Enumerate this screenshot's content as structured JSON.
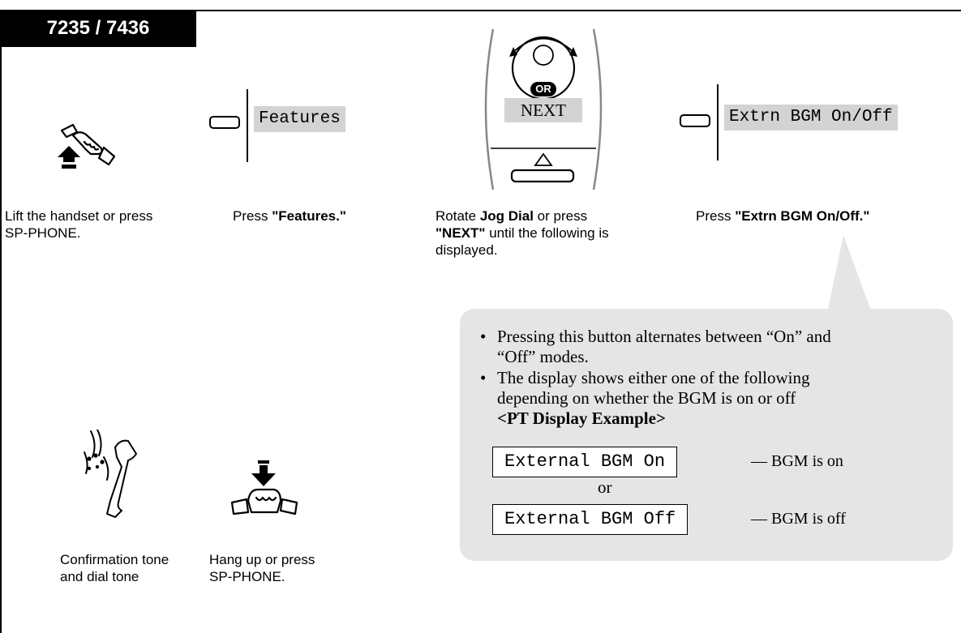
{
  "header": {
    "model": "7235 / 7436"
  },
  "steps": [
    {
      "id": "lift",
      "caption_plain": "Lift the handset or press SP-PHONE."
    },
    {
      "id": "features",
      "caption_prefix": "Press ",
      "caption_bold": "\"Features.\"",
      "display": "Features"
    },
    {
      "id": "jog",
      "caption_prefix": "Rotate ",
      "caption_bold1": "Jog Dial",
      "caption_middle": " or press ",
      "caption_bold2": "\"NEXT\"",
      "caption_suffix": " until the following is displayed.",
      "or_label": "OR",
      "next_label": "NEXT"
    },
    {
      "id": "extrn",
      "caption_prefix": "Press ",
      "caption_bold": "\"Extrn BGM On/Off.\"",
      "display": "Extrn BGM On/Off"
    },
    {
      "id": "confirm",
      "caption_line1": "Confirmation tone",
      "caption_line2": "and dial tone"
    },
    {
      "id": "hangup",
      "caption_line1": "Hang up or press",
      "caption_line2": "SP-PHONE."
    }
  ],
  "callout": {
    "bullet1_line1": "Pressing this button alternates between “On” and",
    "bullet1_line2": "“Off” modes.",
    "bullet2_line1": "The display shows either one of the following",
    "bullet2_line2": "depending on whether the BGM is on or off",
    "example_heading": "<PT Display Example>",
    "display_on": "External BGM On",
    "label_on": "— BGM is on",
    "or_text": "or",
    "display_off": "External BGM Off",
    "label_off": "— BGM is off",
    "bullet_char": "•"
  },
  "colors": {
    "lcd": "#d3d3d3",
    "callout": "#e5e5e5",
    "tab": "#000000"
  }
}
